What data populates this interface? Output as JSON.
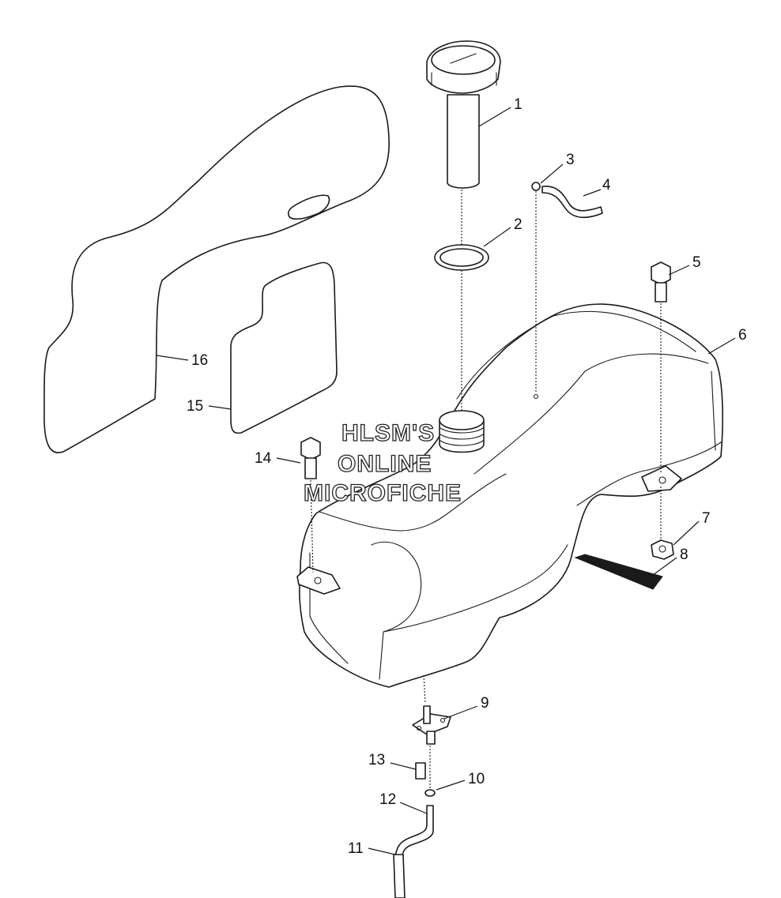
{
  "callouts": [
    "1",
    "2",
    "3",
    "4",
    "5",
    "6",
    "7",
    "8",
    "9",
    "10",
    "11",
    "12",
    "13",
    "14",
    "15",
    "16"
  ],
  "watermark": {
    "line1": "HLSM'S",
    "line2": "ONLINE",
    "line3": "MICROFICHE"
  }
}
